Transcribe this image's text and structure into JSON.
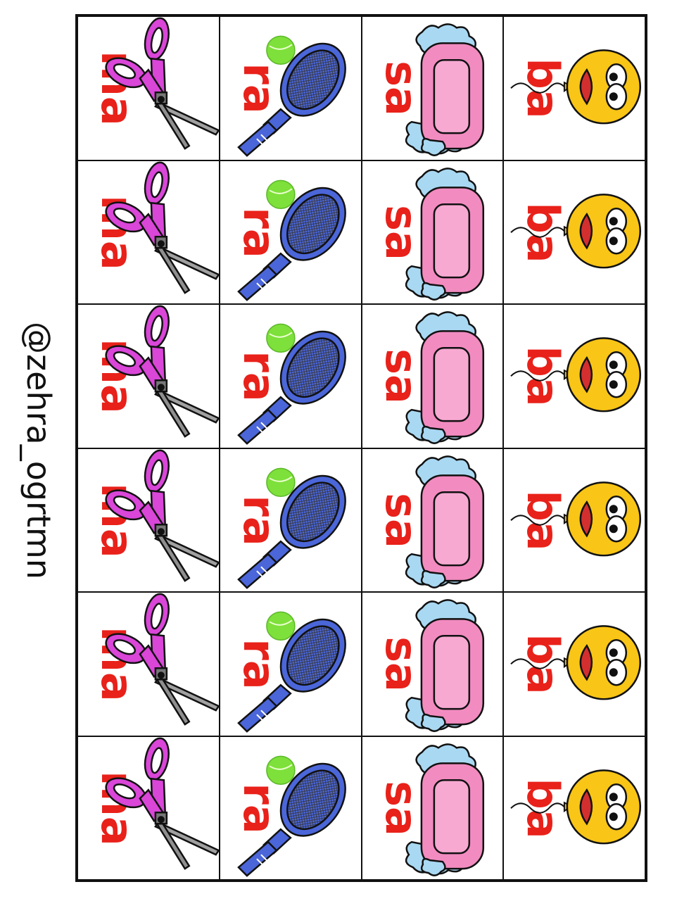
{
  "watermark": "@zehra_ogrtmn",
  "syllable_color": "#e8211a",
  "columns": [
    {
      "syllable": "ma",
      "icon": "scissors-icon"
    },
    {
      "syllable": "ra",
      "icon": "tennis-racket-icon"
    },
    {
      "syllable": "sa",
      "icon": "soap-icon"
    },
    {
      "syllable": "ba",
      "icon": "balloon-icon"
    }
  ],
  "row_count": 6
}
